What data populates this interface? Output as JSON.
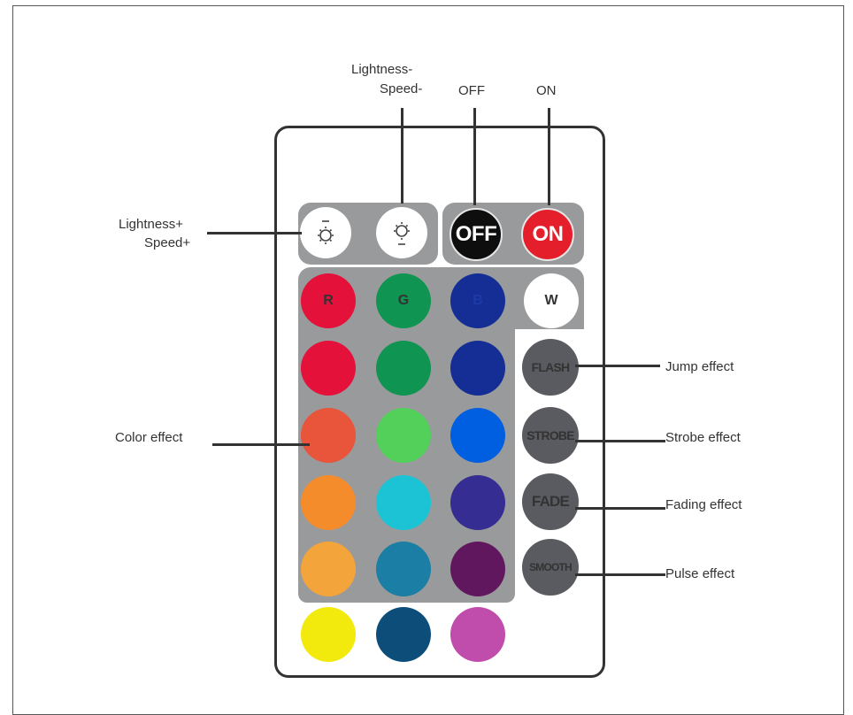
{
  "buttons": {
    "lightness_up_icon": "sun-up-icon",
    "lightness_down_icon": "sun-down-icon",
    "off": "OFF",
    "on": "ON",
    "r": "R",
    "g": "G",
    "b": "B",
    "w": "W",
    "flash": "FLASH",
    "strobe": "STROBE",
    "fade": "FADE",
    "smooth": "SMOOTH"
  },
  "color_buttons": [
    [
      "#e4123b",
      "#0f9451",
      "#152e95"
    ],
    [
      "#e8553a",
      "#52d05a",
      "#005ee0"
    ],
    [
      "#f58c2c",
      "#1cc3d4",
      "#352d92"
    ],
    [
      "#f3a53b",
      "#1a7ea5",
      "#61175e"
    ],
    [
      "#f2ea0c",
      "#0c4d7a",
      "#c04dac"
    ]
  ],
  "button_colors": {
    "off": "#0e0e0e",
    "on": "#e41e2a",
    "w": "#ffffff",
    "effect": "#5a5b60",
    "panel": "#999a9c"
  },
  "callouts": {
    "lightness_minus": "Lightness-",
    "speed_minus": "Speed-",
    "off": "OFF",
    "on": "ON",
    "lightness_plus": "Lightness+",
    "speed_plus": "Speed+",
    "color_effect": "Color effect",
    "jump_effect": "Jump effect",
    "strobe_effect": "Strobe effect",
    "fading_effect": "Fading effect",
    "pulse_effect": "Pulse effect"
  }
}
